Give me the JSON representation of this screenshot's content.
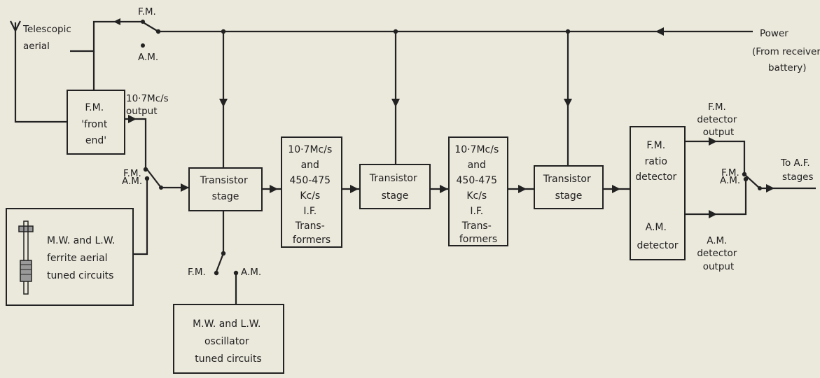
{
  "blocks": {
    "fm_front_end": [
      "F.M.",
      "'front",
      "end'"
    ],
    "ferrite": [
      "M.W. and L.W.",
      "ferrite aerial",
      "tuned circuits"
    ],
    "transistor_stage_1": [
      "Transistor",
      "stage"
    ],
    "if_transformers_1": [
      "10·7Mc/s",
      "and",
      "450-475",
      "Kc/s",
      "I.F.",
      "Trans-",
      "formers"
    ],
    "transistor_stage_2": [
      "Transistor",
      "stage"
    ],
    "if_transformers_2": [
      "10·7Mc/s",
      "and",
      "450-475",
      "Kc/s",
      "I.F.",
      "Trans-",
      "formers"
    ],
    "transistor_stage_3": [
      "Transistor",
      "stage"
    ],
    "detector": [
      "F.M.",
      "ratio",
      "detector",
      "A.M.",
      "detector"
    ],
    "oscillator": [
      "M.W. and L.W.",
      "oscillator",
      "tuned circuits"
    ]
  },
  "labels": {
    "telescopic_aerial": [
      "Telescopic",
      "aerial"
    ],
    "power": [
      "Power",
      "(From receiver",
      "battery)"
    ],
    "fm_output": [
      "10·7Mc/s",
      "output"
    ],
    "fm_detector_output": [
      "F.M.",
      "detector",
      "output"
    ],
    "am_detector_output": [
      "A.M.",
      "detector",
      "output"
    ],
    "to_af_stages": [
      "To A.F.",
      "stages"
    ],
    "switch_top": {
      "fm": "F.M.",
      "am": "A.M."
    },
    "switch_input": {
      "fm": "F.M.",
      "am": "A.M."
    },
    "switch_osc": {
      "fm": "F.M.",
      "am": "A.M."
    },
    "switch_output": {
      "fm": "F.M.",
      "am": "A.M."
    }
  }
}
